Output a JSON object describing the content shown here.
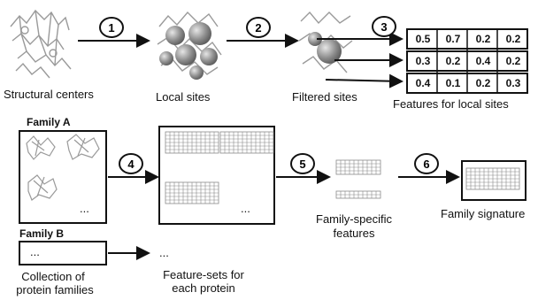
{
  "steps": [
    "1",
    "2",
    "3",
    "4",
    "5",
    "6"
  ],
  "labels": {
    "structural_centers": "Structural centers",
    "local_sites": "Local sites",
    "filtered_sites": "Filtered sites",
    "features_for_local_sites": "Features for local sites",
    "family_a": "Family A",
    "family_b": "Family B",
    "collection_line1": "Collection of",
    "collection_line2": "protein families",
    "featuresets_line1": "Feature-sets for",
    "featuresets_line2": "each protein",
    "family_specific_line1": "Family-specific",
    "family_specific_line2": "features",
    "family_signature": "Family signature",
    "ellipsis": "..."
  },
  "feature_table": [
    [
      "0.5",
      "0.7",
      "0.2",
      "0.2"
    ],
    [
      "0.3",
      "0.2",
      "0.4",
      "0.2"
    ],
    [
      "0.4",
      "0.1",
      "0.2",
      "0.3"
    ]
  ],
  "colors": {
    "line": "#111111",
    "molecule": "#9a9a9a",
    "grid": "#8a8a8a"
  }
}
